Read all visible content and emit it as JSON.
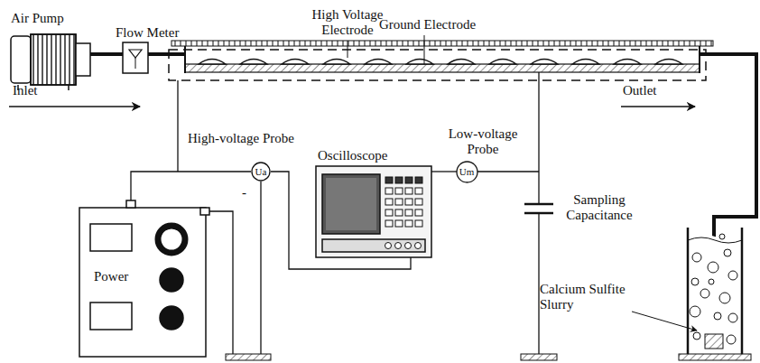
{
  "diagram": {
    "nodes": [
      {
        "text": [
          "Ua"
        ]
      },
      {
        "text": [
          "Um"
        ]
      }
    ],
    "labels": [
      "Air Pump",
      "Flow Meter",
      "High Voltage Electrode",
      "Ground Electrode",
      "Inlet",
      "Outlet",
      "High-voltage Probe",
      "Oscilloscope",
      "Low-voltage Probe",
      "Sampling Capacitance",
      "Calcium Sulfite Slurry",
      "Power",
      "-"
    ]
  }
}
